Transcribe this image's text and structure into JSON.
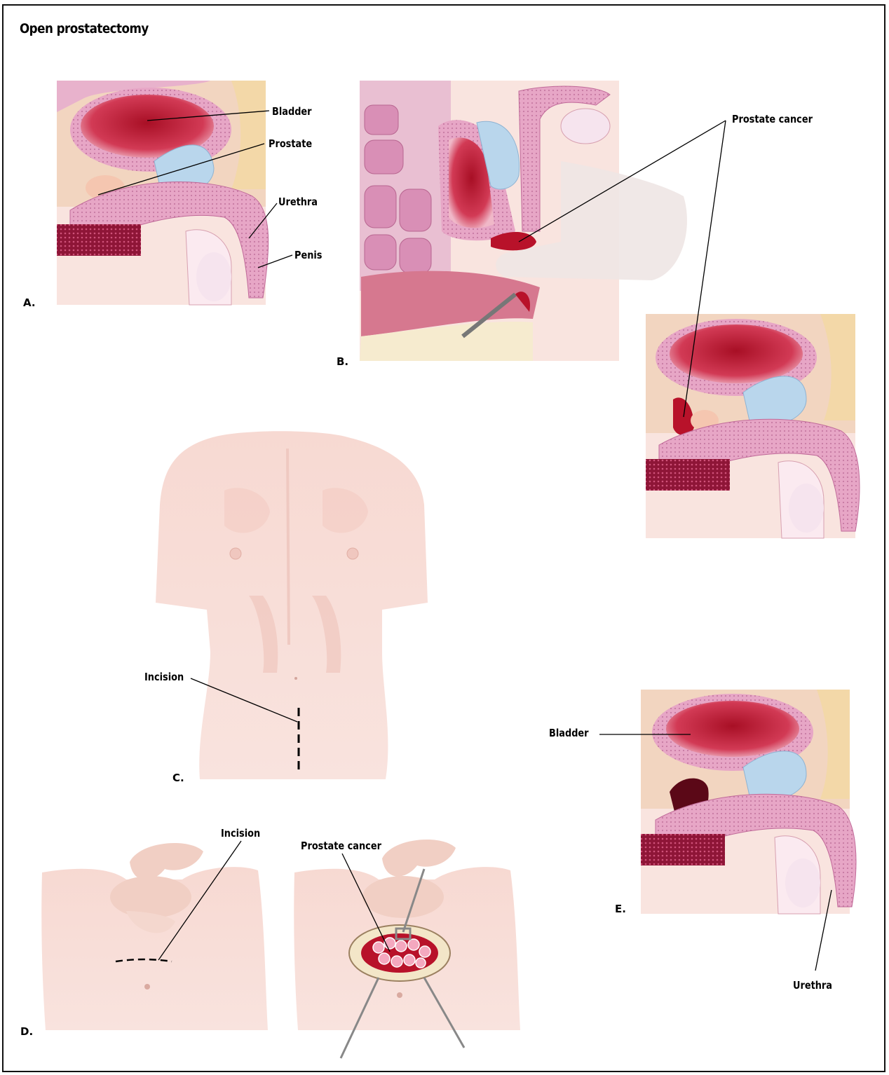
{
  "title": "Open prostatectomy",
  "panels": {
    "a": {
      "letter": "A."
    },
    "b": {
      "letter": "B."
    },
    "c": {
      "letter": "C."
    },
    "d": {
      "letter": "D."
    },
    "e": {
      "letter": "E."
    }
  },
  "labels": {
    "bladder_a": "Bladder",
    "prostate_a": "Prostate",
    "urethra_a": "Urethra",
    "penis_a": "Penis",
    "prostate_cancer_b": "Prostate cancer",
    "incision_c": "Incision",
    "incision_d": "Incision",
    "prostate_cancer_d": "Prostate cancer",
    "bladder_e": "Bladder",
    "urethra_e": "Urethra"
  },
  "colors": {
    "skin": "#f8ddd7",
    "bladder_blood": "#b8122a",
    "tissue_pink": "#e9a3c7",
    "cavity_blue": "#b9d6ec",
    "dark_muscle": "#8e1537"
  }
}
